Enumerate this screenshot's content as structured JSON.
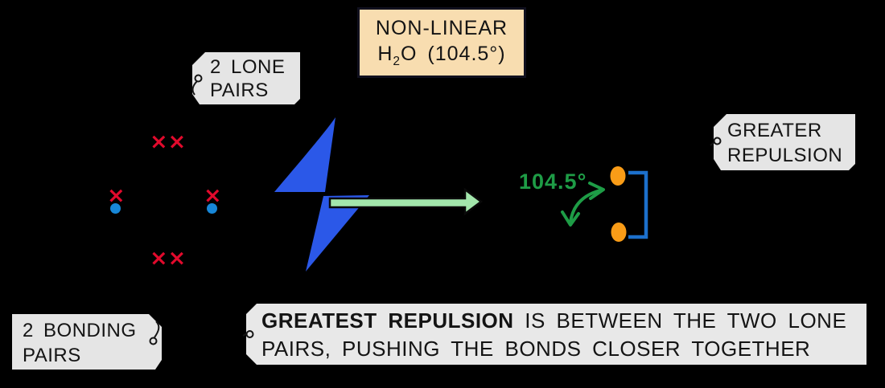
{
  "colors": {
    "background": "#000000",
    "note_fill": "#F8DDB0",
    "note_border": "#10101E",
    "tag_fill": "#E5E5E5",
    "caption_fill": "#E8E8E8",
    "text": "#141414",
    "bolt_blue": "#2B58E8",
    "arrow_fill": "#A3E7AC",
    "arrow_outline": "#0A0A0A",
    "angle_green": "#1E9C46",
    "hydrogen_orange": "#F99C17",
    "bracket_blue": "#1C70CC",
    "cross_red": "#E10A2C",
    "dot_blue": "#1787D8",
    "eyelet_fill": "#E5E5E5",
    "eyelet_stroke": "#141414"
  },
  "note_box": {
    "line1": "NON-LINEAR",
    "formula_h": "H",
    "formula_sub": "2",
    "formula_rest": "O (104.5°)"
  },
  "labels": {
    "lone_pairs": {
      "line1": "2 LONE",
      "line2": "PAIRS"
    },
    "greater_repulsion": {
      "line1": "GREATER",
      "line2": "REPULSION"
    },
    "bonding_pairs": {
      "line1": "2 BONDING",
      "line2": "PAIRS"
    }
  },
  "angle_annotation": {
    "value": "104.5°"
  },
  "electron_diagram": {
    "top_lone_pair": "××",
    "bottom_lone_pair": "××",
    "left_bond_cross": "×",
    "right_bond_cross": "×"
  },
  "caption": {
    "line1_bold": "GREATEST REPULSION",
    "line1_rest": " IS BETWEEN THE TWO LONE",
    "line2": "PAIRS, PUSHING THE BONDS CLOSER TOGETHER"
  }
}
